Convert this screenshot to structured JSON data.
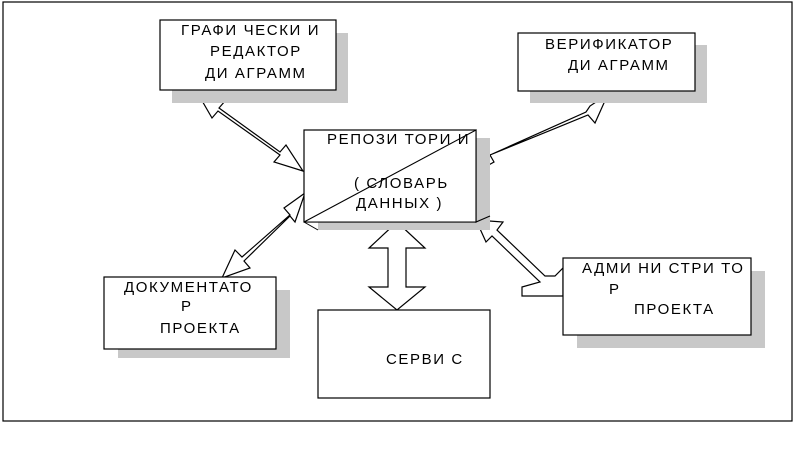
{
  "diagram": {
    "repository": {
      "lines": [
        "РЕПОЗИ ТОРИ И",
        "( СЛОВАРЬ",
        "ДАННЫХ )"
      ]
    },
    "graphic_editor": {
      "lines": [
        "ГРАФИ ЧЕСКИ И",
        "РЕДАКТОР",
        "ДИ АГРАММ"
      ]
    },
    "verifier": {
      "lines": [
        "ВЕРИФИКАТОР",
        "ДИ АГРАММ"
      ]
    },
    "documentator": {
      "lines": [
        "ДОКУМЕНТАТО",
        "Р",
        "ПРОЕКТА"
      ]
    },
    "administrator": {
      "lines": [
        "АДМИ НИ СТРИ ТО",
        "Р",
        "ПРОЕКТА"
      ]
    },
    "service": {
      "lines": [
        "СЕРВИ С"
      ]
    }
  },
  "colors": {
    "shadow": "#c8c8c8",
    "border": "#000000",
    "fill": "#ffffff"
  }
}
